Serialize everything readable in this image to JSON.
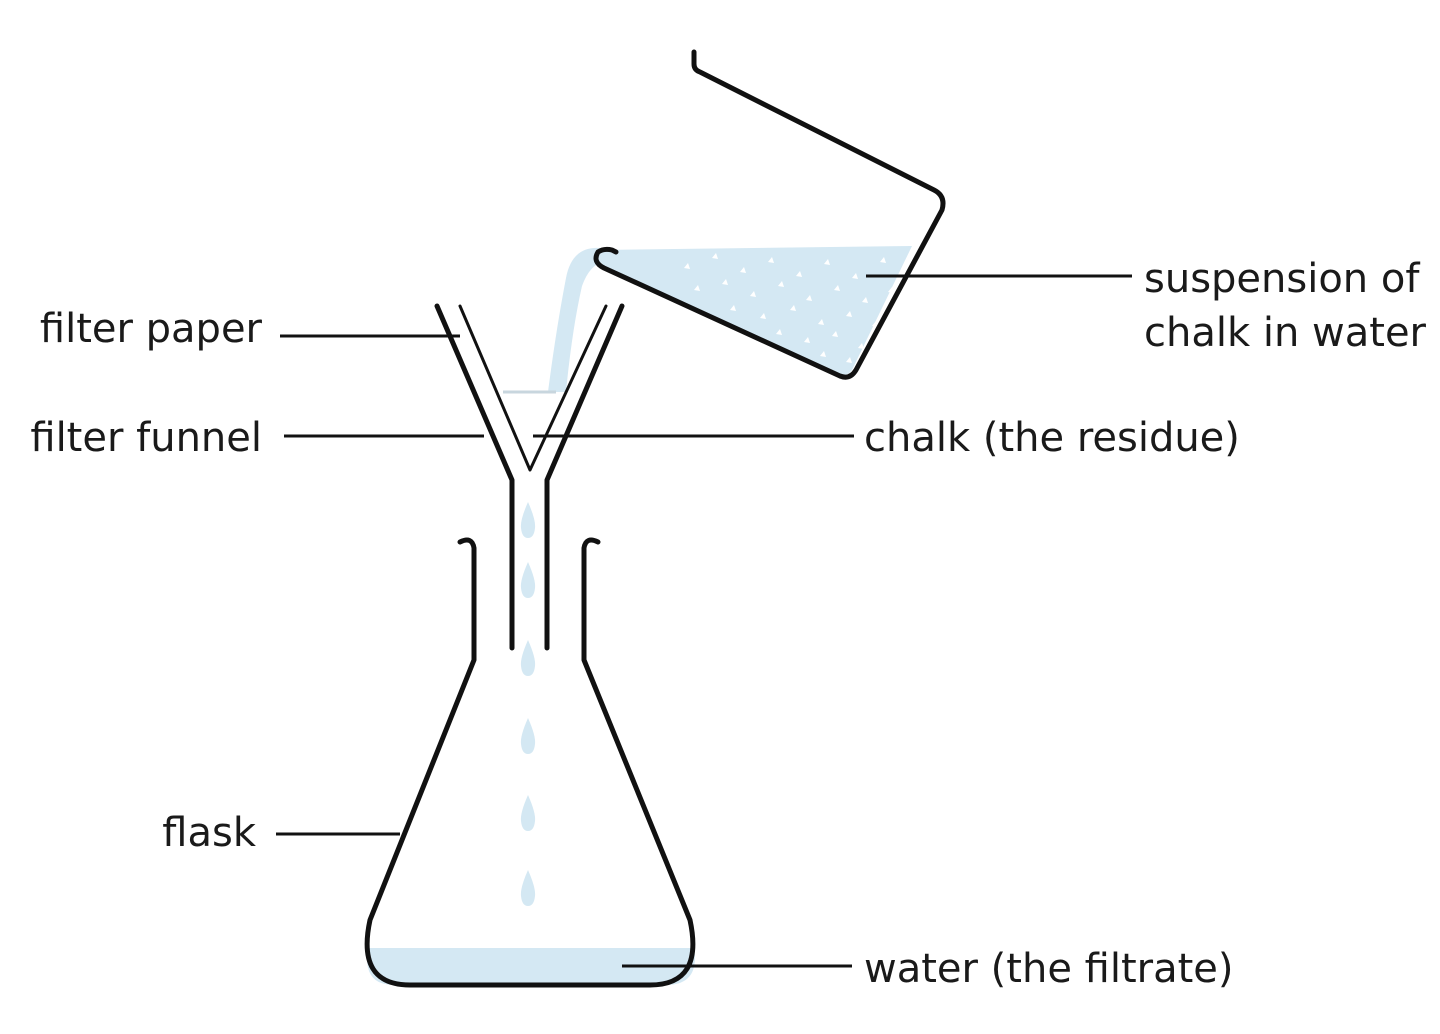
{
  "labels": {
    "filter_paper": "filter paper",
    "filter_funnel": "filter funnel",
    "flask": "flask",
    "suspension_line1": "suspension of",
    "suspension_line2": "chalk in water",
    "residue": "chalk (the residue)",
    "filtrate": "water (the filtrate)"
  },
  "colors": {
    "liquid": "#d4e8f3",
    "outline": "#111111",
    "speckle": "#ffffff"
  }
}
